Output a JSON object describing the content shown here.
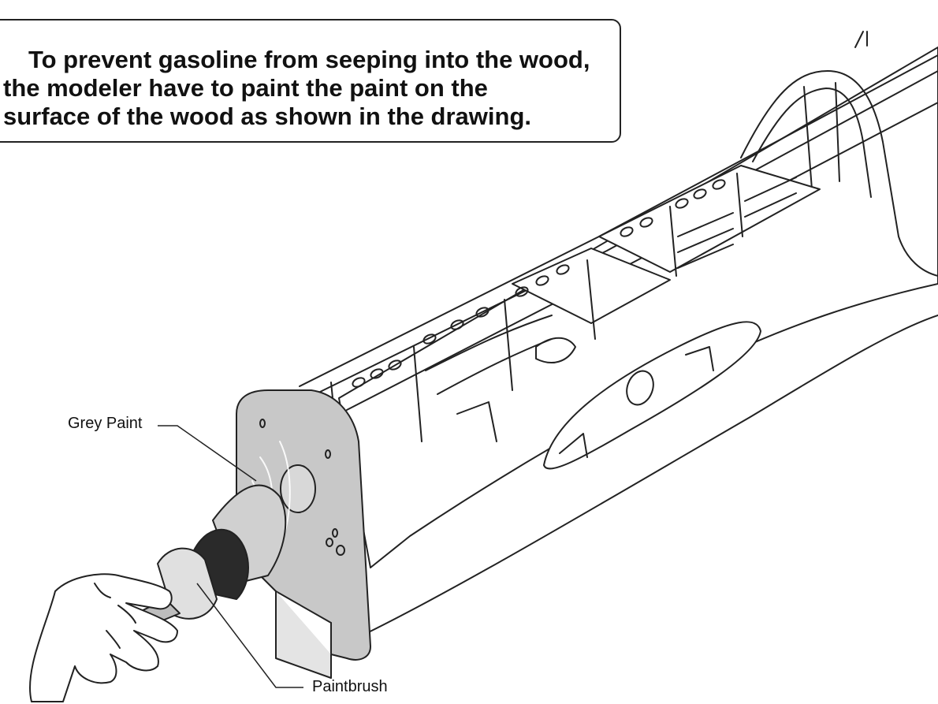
{
  "warning": {
    "icon": "warning-triangle-icon",
    "lines": [
      "To prevent gasoline from seeping into the wood,",
      "the modeler have to paint the paint on the",
      "surface of the wood as shown in the drawing."
    ]
  },
  "callouts": {
    "grey_paint": "Grey Paint",
    "paintbrush": "Paintbrush"
  },
  "colors": {
    "line": "#222222",
    "paint_grey": "#c8c8c8",
    "bristles": "#2a2a2a"
  }
}
